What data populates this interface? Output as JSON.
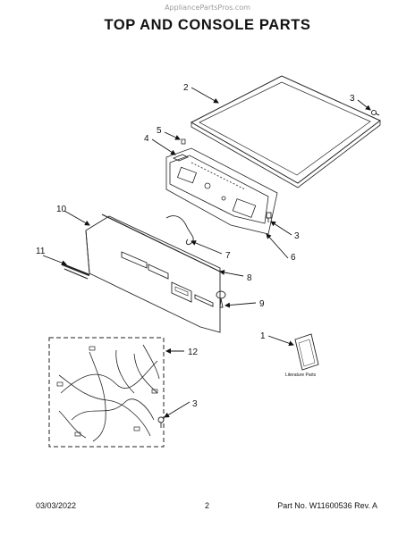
{
  "watermark": "AppliancePartsPros.com",
  "title": "TOP AND CONSOLE PARTS",
  "callouts": {
    "c1": "1",
    "c2": "2",
    "c3a": "3",
    "c3b": "3",
    "c3c": "3",
    "c4": "4",
    "c5": "5",
    "c6": "6",
    "c7": "7",
    "c8": "8",
    "c9": "9",
    "c10": "10",
    "c11": "11",
    "c12": "12"
  },
  "literature_label": "Literature Parts",
  "footer": {
    "date": "03/03/2022",
    "page": "2",
    "part": "Part No. W11600536  Rev. A"
  }
}
